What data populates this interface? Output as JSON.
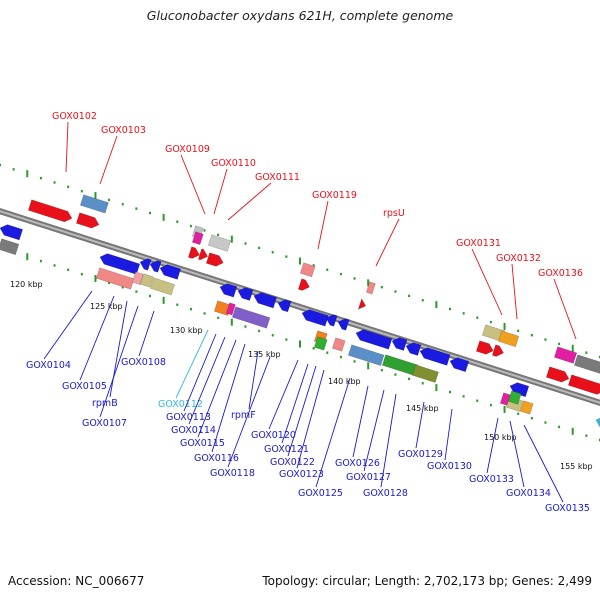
{
  "title": "Gluconobacter oxydans 621H, complete genome",
  "footer": {
    "accession": "Accession: NC_006677",
    "summary": "Topology: circular; Length: 2,702,173 bp; Genes: 2,499"
  },
  "colors": {
    "forward_label": "#e8101a",
    "reverse_label": "#1a1ac8",
    "highlight_label": "#30b8e0",
    "backbone": "#888888",
    "ticks": "#2a9a2a"
  },
  "ticks": [
    "120 kbp",
    "125 kbp",
    "130 kbp",
    "135 kbp",
    "140 kbp",
    "145 kbp",
    "150 kbp",
    "155 kbp"
  ],
  "forward_labels": [
    "GOX0102",
    "GOX0103",
    "GOX0109",
    "GOX0110",
    "GOX0111",
    "GOX0119",
    "rpsU",
    "GOX0131",
    "GOX0132",
    "GOX0136"
  ],
  "reverse_labels": [
    "GOX0104",
    "GOX0105",
    "rpmB",
    "GOX0107",
    "GOX0108",
    "GOX0112",
    "GOX0113",
    "GOX0114",
    "GOX0115",
    "GOX0116",
    "rpmF",
    "GOX0118",
    "GOX0120",
    "GOX0121",
    "GOX0122",
    "GOX0123",
    "GOX0125",
    "GOX0126",
    "GOX0127",
    "GOX0128",
    "GOX0129",
    "GOX0130",
    "GOX0133",
    "GOX0134",
    "GOX0135"
  ]
}
